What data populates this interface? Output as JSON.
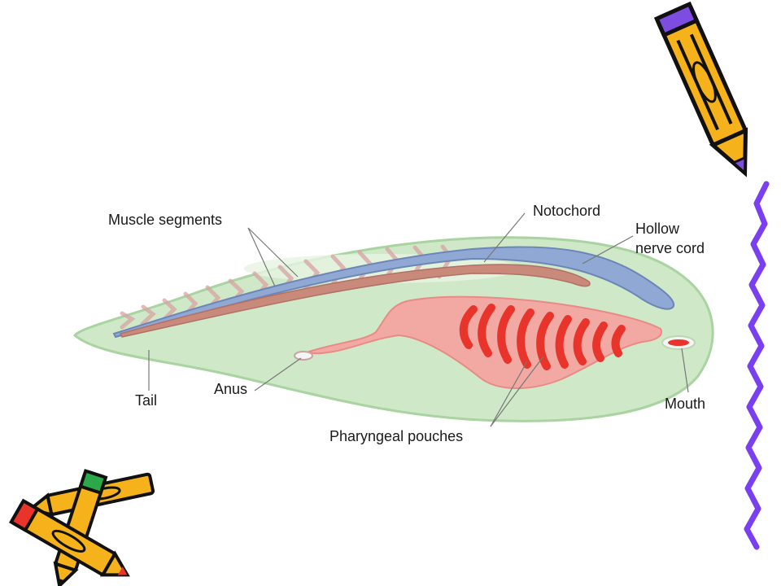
{
  "diagram": {
    "labels": {
      "muscle_segments": "Muscle segments",
      "notochord": "Notochord",
      "hollow_nerve_cord": [
        "Hollow",
        "nerve cord"
      ],
      "tail": "Tail",
      "anus": "Anus",
      "mouth": "Mouth",
      "pharyngeal_pouches": "Pharyngeal pouches"
    },
    "colors": {
      "body": "#cfe9c8",
      "body_outline": "#a9d3a1",
      "nerve_cord": "#8fa9d4",
      "notochord": "#c98a7c",
      "gut": "#f2a9a3",
      "pouches": "#e8342a",
      "pencil_yellow": "#f5b21b",
      "pencil_purple": "#7d4ce0",
      "squiggle": "#7a3ff0"
    },
    "icons": [
      "pencil-icon",
      "crossed-pencils-icon"
    ]
  }
}
